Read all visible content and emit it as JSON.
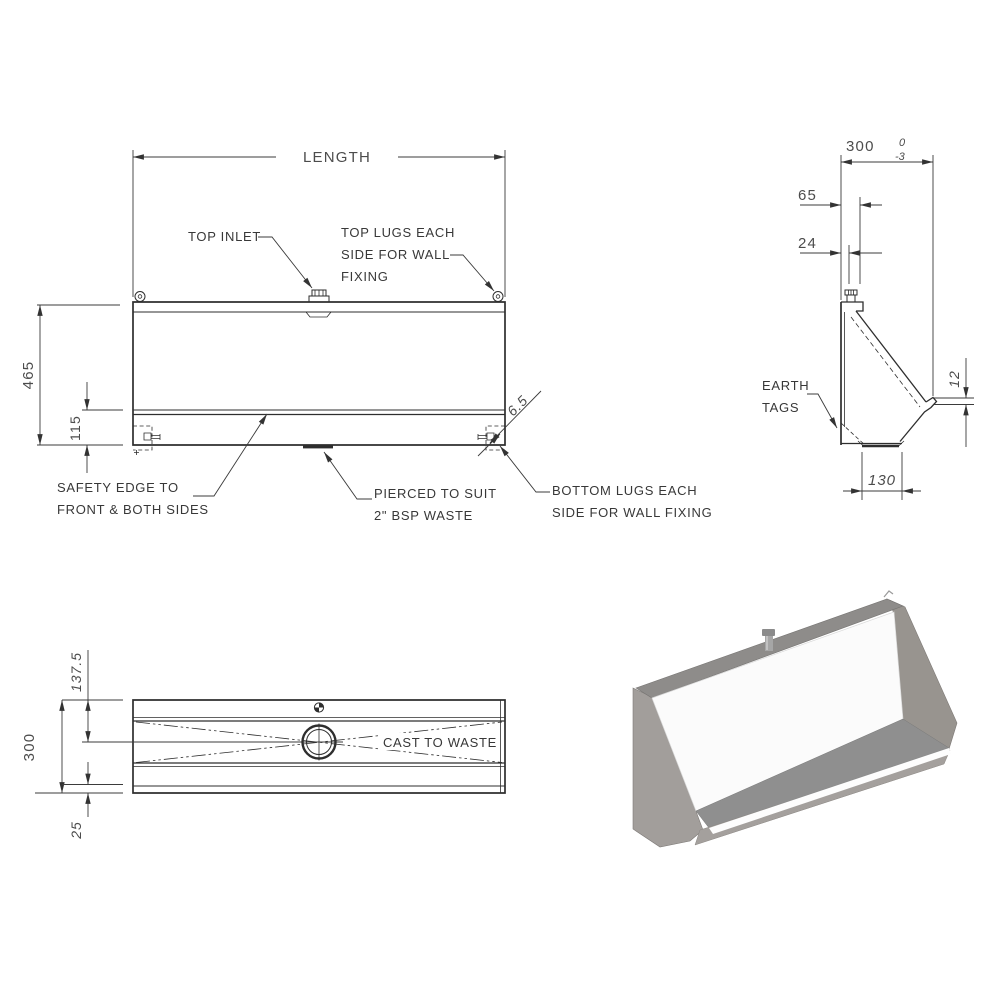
{
  "page": {
    "background_color": "#ffffff",
    "line_color": "#2e2e2e",
    "render_grey": "#9e9a97",
    "render_white": "#fbfbfb"
  },
  "front_view": {
    "length_label": "LENGTH",
    "top_inlet_label": "TOP INLET",
    "top_lugs_lines": [
      "TOP LUGS EACH",
      "SIDE FOR WALL",
      "FIXING"
    ],
    "overall_height": "465",
    "safety_edge_height": "115",
    "lug_offset": "6.5",
    "safety_edge_lines": [
      "SAFETY EDGE TO",
      "FRONT & BOTH SIDES"
    ],
    "waste_lines": [
      "PIERCED TO SUIT",
      "2\" BSP WASTE"
    ],
    "bottom_lugs_lines": [
      "BOTTOM LUGS EACH",
      "SIDE FOR WALL FIXING"
    ]
  },
  "side_view": {
    "depth": "300",
    "depth_tol_upper": "0",
    "depth_tol_lower": "-3",
    "inlet_offset": "65",
    "inlet_offset_2": "24",
    "earth_tags_lines": [
      "EARTH",
      "TAGS"
    ],
    "lip_height": "12",
    "base_width": "130"
  },
  "plan_view": {
    "drain_centre_offset": "137.5",
    "depth": "300",
    "front_edge": "25",
    "cast_to_waste_label": "CAST TO WASTE"
  }
}
